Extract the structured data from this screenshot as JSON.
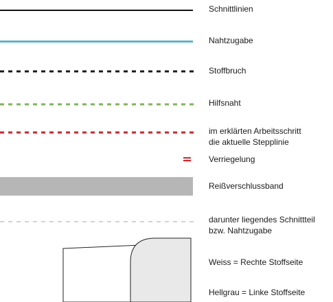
{
  "legend": {
    "cut_lines": "Schnittlinien",
    "seam_allowance": "Nahtzugabe",
    "fold": "Stoffbruch",
    "helper_seam": "Hilfsnaht",
    "current_stitch_1": "im erklärten Arbeitsschritt",
    "current_stitch_2": "die aktuelle Stepplinie",
    "locking": "Verriegelung",
    "zipper_tape": "Reißverschlussband",
    "underlying_1": "darunter liegendes Schnittteil",
    "underlying_2": "bzw. Nahtzugabe",
    "white_side": "Weiss = Rechte Stoffseite",
    "gray_side": "Hellgrau = Linke Stoffseite"
  },
  "colors": {
    "cut_line": "#111111",
    "seam_allowance": "#5ab5c9",
    "fold": "#1a1a1a",
    "helper_seam": "#7cb850",
    "current_stitch": "#d6202a",
    "zipper_tape": "#b6b6b6",
    "underlying": "#d2d2d2",
    "right_side": "#ffffff",
    "left_side": "#e9e9e9"
  },
  "icons": {
    "fabric": "fabric-sides-icon"
  }
}
